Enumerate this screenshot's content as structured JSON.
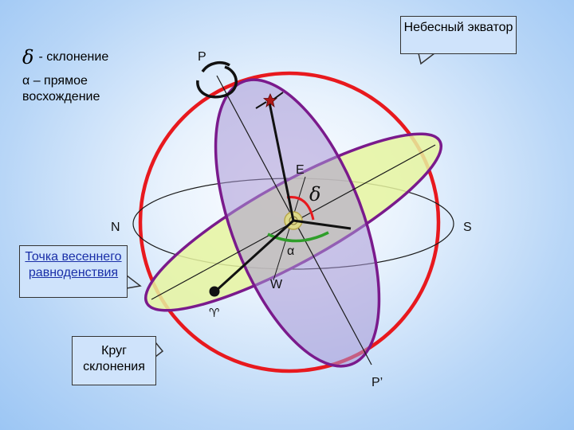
{
  "legend": {
    "delta_symbol": "δ",
    "delta_text": "- склонение",
    "alpha_text": "α – прямое восхождение"
  },
  "labels": {
    "P": "P",
    "P_prime": "P’",
    "N": "N",
    "S": "S",
    "E": "E",
    "W": "W",
    "delta": "δ",
    "alpha": "α",
    "aries": "♈"
  },
  "callouts": {
    "celestial_equator": "Небесный экватор",
    "vernal_equinox": "Точка весеннего равноденствия",
    "declination_circle": "Круг склонения"
  },
  "colors": {
    "sphere": "#e8191e",
    "equator_fill": "#e6f5a0",
    "equator_stroke": "#7a1a8c",
    "declination_fill": "#b9a9d8",
    "declination_stroke": "#7a1a8c",
    "alpha_arc": "#2f9e2a",
    "delta_arc": "#e8191e"
  }
}
